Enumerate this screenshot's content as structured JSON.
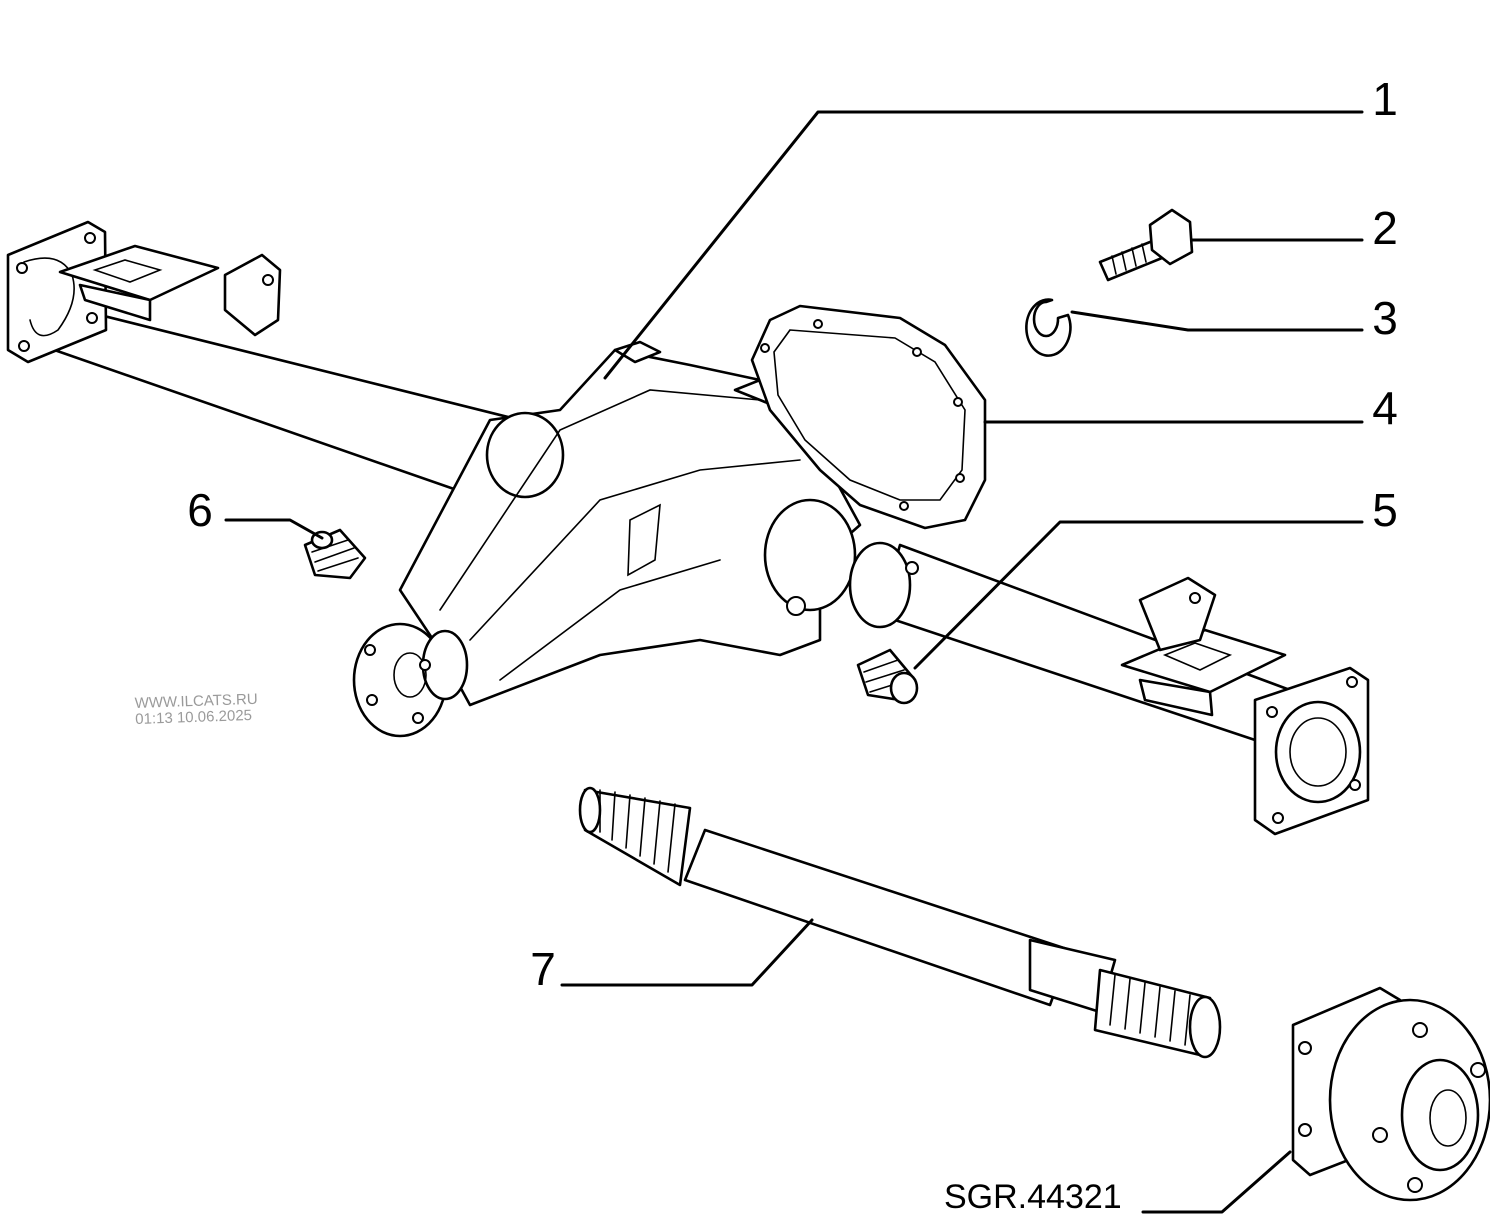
{
  "callouts": [
    {
      "id": "1",
      "label": "1"
    },
    {
      "id": "2",
      "label": "2"
    },
    {
      "id": "3",
      "label": "3"
    },
    {
      "id": "4",
      "label": "4"
    },
    {
      "id": "5",
      "label": "5"
    },
    {
      "id": "6",
      "label": "6"
    },
    {
      "id": "7",
      "label": "7"
    }
  ],
  "drawing_code": "SGR.44321",
  "watermark": {
    "site": "WWW.ILCATS.RU",
    "timestamp": "01:13 10.06.2025"
  }
}
